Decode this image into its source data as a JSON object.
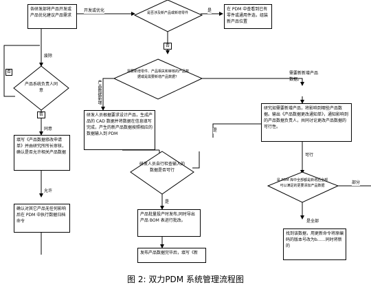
{
  "caption": "图 2: 双力PDM 系统管理流程图",
  "nodes": {
    "start": "各研发部将产品开发或产品优化建议产品需求",
    "dec_exists": "是否涉及新产品或新增零件",
    "pdm_query": "在 PDM 中查看到已有零件或通用件选，组装新产品位置",
    "dec_need_new": "需要新增零件、产品相关和审核的产品数据或是需要新增产品数据？",
    "need_new_product": "需要新新增产品数据。",
    "dec_owner": "产品系统负责人同意",
    "fill_form": "填写《产品数据修改申请单》并由研究所所长审核，确认是否允许相关产品数据",
    "dev_design": "研发人员根据要求设计产品，生成产品的 CAD 数据并将数据在信息填写完成，产生的新产品数据按照相应的数据输入到 PDM",
    "dec_check": "研发人员自行检查输入的数据是否可行",
    "research": "研究如需要新增产品，将影响到哪些产品数据。输出《产品数据更改通知单》，通知影响到的产品数据负责人，共同讨论更改产品数据的可行性。",
    "dec_pdm_new": "是 PDM 库中全部都是新增后全部可以满足的更要添加产品数据",
    "confirm_change": "确认对其它产品无任何影响后在 PDM 中执行数据归档命令",
    "batch_release": "产品批量投产时发布,同时导出产品 BOM 表进行批改。",
    "publish": "发布产品数据完毕后，填写《新",
    "find_data": "找到该数据，用更新命令将原编码的版本号改为b……同时将新的"
  },
  "labels": {
    "develop_optimize": "开发或优化",
    "yes1": "是",
    "no1": "否",
    "no2": "否",
    "reject": "废除",
    "no3": "否",
    "agree": "同意",
    "allow": "允许",
    "product_new": "产品数据新增",
    "yes2": "是",
    "yes3": "是",
    "feasible": "可行",
    "all_yes": "是全部",
    "part": "部分"
  }
}
